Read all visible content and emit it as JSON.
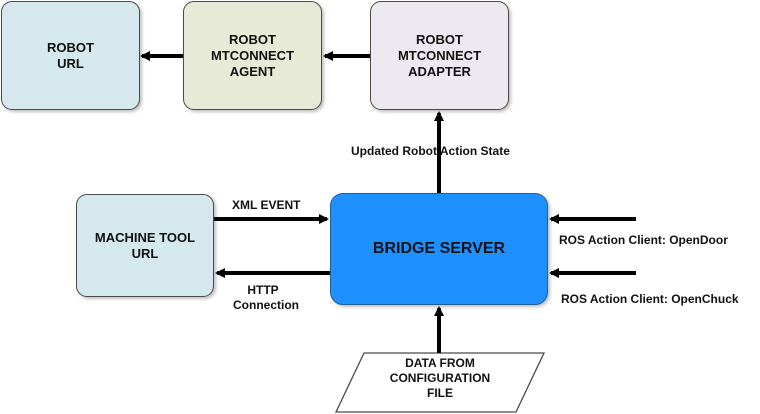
{
  "colors": {
    "robot_url_fill": "#d4e8ee",
    "agent_fill": "#e6ead6",
    "adapter_fill": "#eceaf0",
    "machine_tool_fill": "#d4e8ee",
    "bridge_fill": "#1e90ff",
    "arrow": "#000000"
  },
  "nodes": {
    "robot_url": [
      "ROBOT",
      "URL"
    ],
    "robot_agent": [
      "ROBOT",
      "MTCONNECT",
      "AGENT"
    ],
    "robot_adapter": [
      "ROBOT",
      "MTCONNECT",
      "ADAPTER"
    ],
    "machine_tool_url": [
      "MACHINE TOOL",
      "URL"
    ],
    "bridge_server": "BRIDGE SERVER",
    "config_file": [
      "DATA FROM",
      "CONFIGURATION",
      "FILE"
    ]
  },
  "edge_labels": {
    "updated_state": "Updated Robot Action State",
    "xml_event": "XML EVENT",
    "http_connection": [
      "HTTP",
      "Connection"
    ],
    "ros_opendoor": "ROS Action Client: OpenDoor",
    "ros_openchuck": "ROS Action Client: OpenChuck"
  }
}
